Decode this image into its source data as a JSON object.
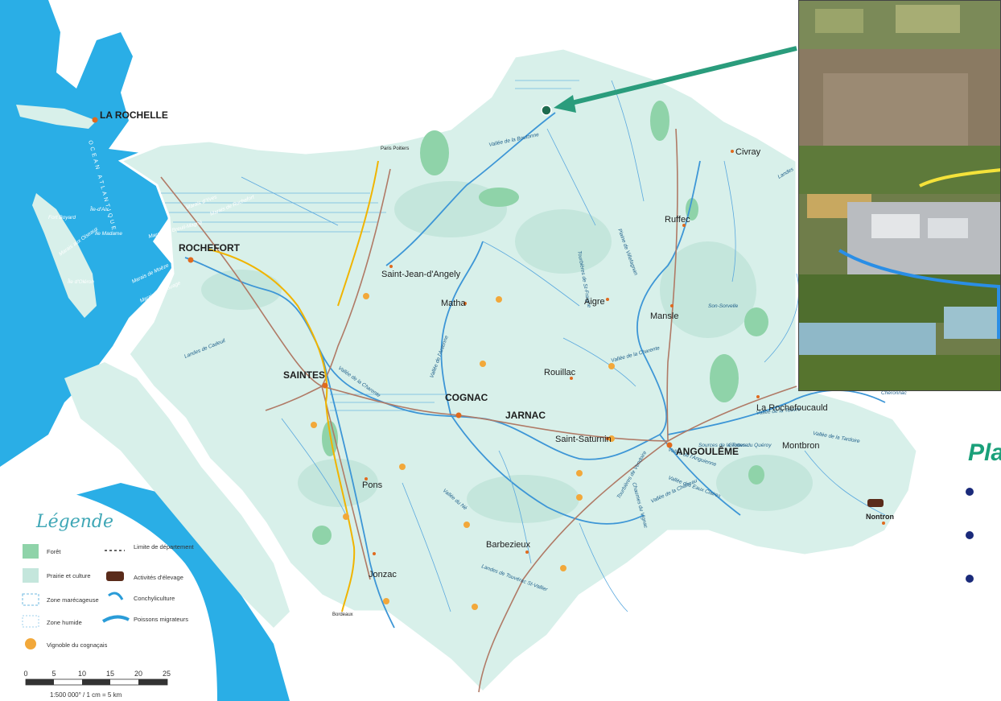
{
  "map": {
    "cities": [
      {
        "id": "la-rochelle",
        "label": "LA ROCHELLE"
      },
      {
        "id": "rochefort",
        "label": "ROCHEFORT"
      },
      {
        "id": "saintes",
        "label": "SAINTES"
      },
      {
        "id": "cognac",
        "label": "COGNAC"
      },
      {
        "id": "jarnac",
        "label": "JARNAC"
      },
      {
        "id": "angouleme",
        "label": "ANGOULÊME"
      },
      {
        "id": "saint-jean-dangely",
        "label": "Saint-Jean-d'Angely"
      },
      {
        "id": "matha",
        "label": "Matha"
      },
      {
        "id": "aigre",
        "label": "Aigre"
      },
      {
        "id": "ruffec",
        "label": "Ruffec"
      },
      {
        "id": "civray",
        "label": "Civray"
      },
      {
        "id": "mansle",
        "label": "Mansle"
      },
      {
        "id": "rouillac",
        "label": "Rouillac"
      },
      {
        "id": "saint-saturnin",
        "label": "Saint-Saturnin"
      },
      {
        "id": "la-rochefoucauld",
        "label": "La Rochefoucauld"
      },
      {
        "id": "montbron",
        "label": "Montbron"
      },
      {
        "id": "pons",
        "label": "Pons"
      },
      {
        "id": "barbezieux",
        "label": "Barbezieux"
      },
      {
        "id": "jonzac",
        "label": "Jonzac"
      },
      {
        "id": "nontron",
        "label": "Nontron"
      }
    ],
    "ocean_label": "OCEAN ATLANTIQUE",
    "islands": {
      "oleron": "Île d'Oléron",
      "aix": "Île-d'Aix",
      "madame": "Île Madame",
      "fort_boyard": "Fort Boyard"
    },
    "marsh_labels": [
      "Marais d'Yves",
      "Marais de Rochefort",
      "Marais de Breuil-Magné",
      "Marais de Moëze",
      "Marais de Brouage",
      "Marais aux Oiseaux"
    ],
    "valley_labels": [
      "Vallée de la Boutonne",
      "Vallée de la Charente",
      "Vallée de l'Antenne",
      "Vallée du Né",
      "Vallée de la Tardoire",
      "Vallée de la Touvre",
      "Vallée des Eaux Claires",
      "Vallée de la Charreau",
      "Vallée de l'Anguienne",
      "Vallée de la Charente"
    ],
    "other_labels": [
      "Landes de Cadeuil",
      "Plaine de Villefagnan",
      "Tourbières de St-Fraigne",
      "Landes de Touvérac St-Vallier",
      "Tourbières de Vendoire",
      "Chaumes du Vignac",
      "Sources de la Touvre",
      "Grottes du Quéroy",
      "Landes",
      "Chéronnac",
      "Son-Sorvelle"
    ],
    "road_markers": {
      "north": "Paris Poitiers",
      "south": "Bordeaux"
    }
  },
  "legend": {
    "title": "Légende",
    "items": [
      {
        "id": "foret",
        "label": "Forêt"
      },
      {
        "id": "prairie",
        "label": "Prairie et culture"
      },
      {
        "id": "marecageuse",
        "label": "Zone marécageuse"
      },
      {
        "id": "humide",
        "label": "Zone humide"
      },
      {
        "id": "vignoble",
        "label": "Vignoble du cognaçais"
      },
      {
        "id": "limite",
        "label": "Limite de département"
      },
      {
        "id": "elevage",
        "label": "Activités d'élevage"
      },
      {
        "id": "conchyliculture",
        "label": "Conchyliculture"
      },
      {
        "id": "poissons",
        "label": "Poissons migrateurs"
      }
    ],
    "scale": {
      "ticks": [
        "0",
        "5",
        "10",
        "15",
        "20",
        "25"
      ],
      "caption": "1:500 000° / 1 cm = 5 km"
    }
  },
  "slide": {
    "title_fragment": "Pla"
  },
  "colors": {
    "sea": "#2aaee6",
    "land": "#d8f0ea",
    "land_dark": "#c4e6dc",
    "river": "#3d96d6",
    "road": "#b07a66",
    "highway": "#f0b400",
    "city": "#e06a1e",
    "arrow": "#2a9c7c"
  }
}
